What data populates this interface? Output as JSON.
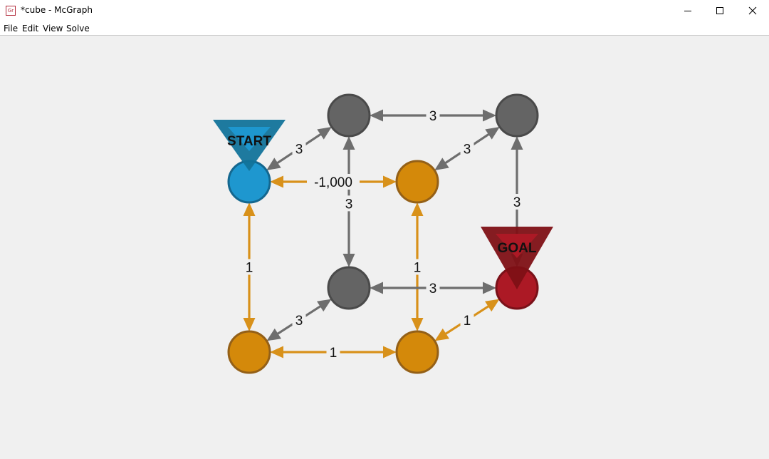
{
  "window": {
    "icon_text": "Gr",
    "title": "*cube - McGraph"
  },
  "menu": [
    "File",
    "Edit",
    "View",
    "Solve"
  ],
  "colors": {
    "gray_node": "#646464",
    "gray_edge": "#6e6e6e",
    "orange_node": "#d4890a",
    "orange_edge": "#d8911a",
    "start_node": "#1e97cf",
    "start_marker": "#12739a",
    "goal_node": "#ac1925",
    "goal_marker": "#7e1015"
  },
  "graph": {
    "nodes": [
      {
        "id": "start",
        "type": "start",
        "label": "START"
      },
      {
        "id": "n-top-mid",
        "type": "gray"
      },
      {
        "id": "n-top-right",
        "type": "gray"
      },
      {
        "id": "n-center",
        "type": "orange"
      },
      {
        "id": "n-mid-bottom",
        "type": "gray"
      },
      {
        "id": "goal",
        "type": "goal",
        "label": "GOAL"
      },
      {
        "id": "n-bottom-left",
        "type": "orange"
      },
      {
        "id": "n-bottom-mid",
        "type": "orange"
      }
    ],
    "edges": [
      {
        "from": "start",
        "to": "n-top-mid",
        "weight": "3",
        "color": "gray"
      },
      {
        "from": "n-top-mid",
        "to": "n-top-right",
        "weight": "3",
        "color": "gray"
      },
      {
        "from": "n-center",
        "to": "n-top-right",
        "weight": "3",
        "color": "gray"
      },
      {
        "from": "start",
        "to": "n-center",
        "weight": "-1,000",
        "color": "orange"
      },
      {
        "from": "n-top-mid",
        "to": "n-mid-bottom",
        "weight": "3",
        "color": "gray"
      },
      {
        "from": "goal",
        "to": "n-top-right",
        "weight": "3",
        "color": "gray"
      },
      {
        "from": "start",
        "to": "n-bottom-left",
        "weight": "1",
        "color": "orange"
      },
      {
        "from": "n-center",
        "to": "n-bottom-mid",
        "weight": "1",
        "color": "orange"
      },
      {
        "from": "n-mid-bottom",
        "to": "goal",
        "weight": "3",
        "color": "gray"
      },
      {
        "from": "n-bottom-left",
        "to": "n-mid-bottom",
        "weight": "3",
        "color": "gray"
      },
      {
        "from": "n-bottom-mid",
        "to": "goal",
        "weight": "1",
        "color": "orange"
      },
      {
        "from": "n-bottom-left",
        "to": "n-bottom-mid",
        "weight": "1",
        "color": "orange"
      }
    ]
  }
}
